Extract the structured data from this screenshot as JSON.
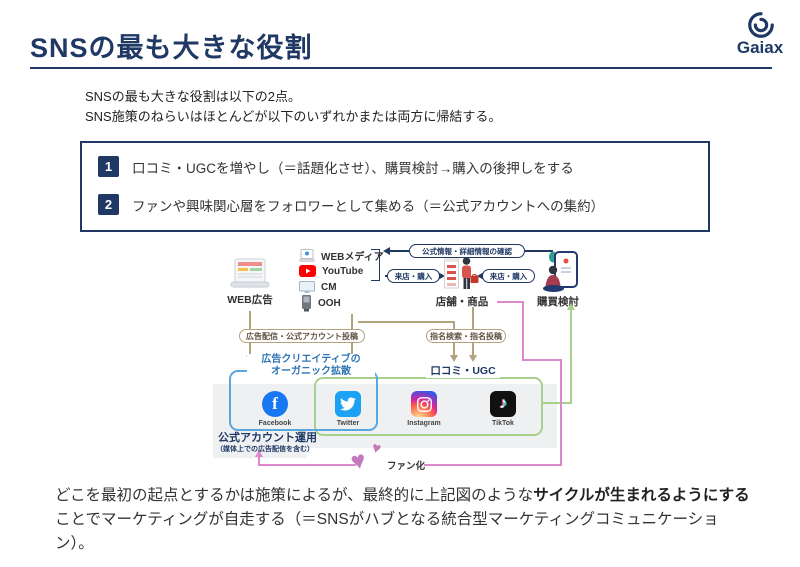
{
  "header": {
    "title": "SNSの最も大きな役割",
    "logo_text": "Gaiax"
  },
  "intro": {
    "line1": "SNSの最も大きな役割は以下の2点。",
    "line2": "SNS施策のねらいはほとんどが以下のいずれかまたは両方に帰結する。"
  },
  "points": {
    "items": [
      {
        "num": "1",
        "text": "口コミ・UGCを増やし（＝話題化させ）、購買検討→購入の後押しをする"
      },
      {
        "num": "2",
        "text": "ファンや興味関心層をフォロワーとして集める（＝公式アカウントへの集約）"
      }
    ]
  },
  "diagram": {
    "web_ad_label": "WEB広告",
    "media": [
      {
        "label": "WEBメディア"
      },
      {
        "label": "YouTube"
      },
      {
        "label": "CM"
      },
      {
        "label": "OOH"
      }
    ],
    "store_label": "店舗・商品",
    "purchase_label": "購買検討",
    "oval_official_info": "公式情報・詳細情報の確認",
    "oval_visit_left": "来店・購入",
    "oval_visit_right": "来店・購入",
    "oval_ad_post": "広告配信・公式アカウント投稿",
    "oval_name_search": "指名検索・指名投稿",
    "organic_label_line1": "広告クリエイティブの",
    "organic_label_line2": "オーガニック拡散",
    "ugc_label": "口コミ・UGC",
    "sns": [
      {
        "label": "Facebook"
      },
      {
        "label": "Twitter"
      },
      {
        "label": "Instagram"
      },
      {
        "label": "TikTok"
      }
    ],
    "official_account_label": "公式アカウント運用",
    "official_account_sub": "（媒体上での広告配信を含む）",
    "fan_label": "ファン化"
  },
  "icons": {
    "facebook_glyph": "f",
    "tiktok_glyph": "♪",
    "heart_glyph": "♥"
  },
  "footer": {
    "segments": [
      {
        "text": "どこを最初の起点とするかは施策によるが、最終的に上記図のような",
        "bold": false
      },
      {
        "text": "サイクルが生まれるようにする",
        "bold": true
      },
      {
        "text": "ことでマーケティングが自走する（＝SNSがハブとなる統合型マーケティングコミュニケーション）。",
        "bold": false
      }
    ]
  },
  "colors": {
    "navy": "#1f3864",
    "tan": "#b3a27e",
    "blue": "#5aa7e0",
    "green": "#a8d08d",
    "pink": "#dd87cc",
    "heart": "#c579bd",
    "blue_text": "#2e74b5",
    "facebook": "#1877f2",
    "twitter": "#1da1f2",
    "youtube": "#ff0000",
    "tiktok": "#111111",
    "gray_box": "#eef0f2"
  }
}
